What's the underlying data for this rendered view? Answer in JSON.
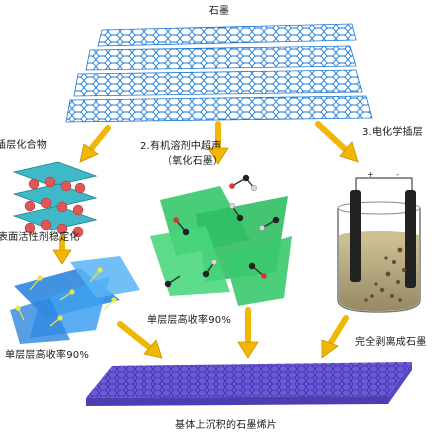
{
  "labels": {
    "top": "石墨",
    "method1": "插层化合物",
    "method2_line1": "2.有机溶剂中超声",
    "method2_line2": "（氧化石墨）",
    "method3": "3.电化学插层",
    "stabilize": "表面活性剂稳定化",
    "yield_left": "单层层高收率90%",
    "yield_center": "单层层高收率90%",
    "separation": "完全剥离成石墨",
    "bottom": "基体上沉积的石墨烯片"
  },
  "colors": {
    "graphene_sheet": "#1f78d1",
    "graphene_atom": "#3f95e6",
    "arrow": "#f2b705",
    "arrow_edge": "#c99200",
    "teal_layer": "#3fb8c8",
    "red_sphere": "#e05555",
    "green_sheet": "#3ac96d",
    "blue_flake": "#2e86de",
    "yellow_mol": "#e8e84a",
    "electrolyte": "#a99a6e",
    "electrode": "#222222",
    "substrate": "#6a5cd8",
    "substrate_grid": "#3c2fa8"
  }
}
